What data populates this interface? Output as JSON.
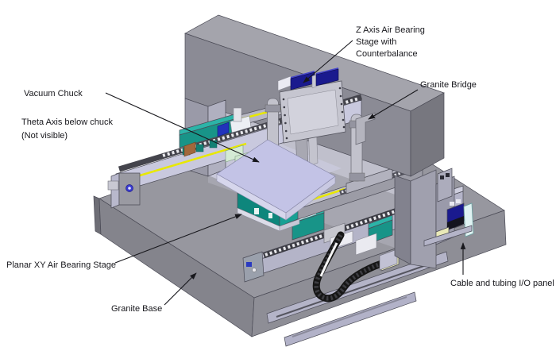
{
  "labels": {
    "z_axis": {
      "lines": [
        "Z Axis Air Bearing",
        "Stage with",
        "Counterbalance"
      ]
    },
    "granite_bridge": {
      "text": "Granite Bridge"
    },
    "vacuum_chuck": {
      "text": "Vacuum Chuck"
    },
    "theta_axis": {
      "lines": [
        "Theta Axis below chuck",
        "(Not visible)"
      ]
    },
    "planar_xy": {
      "text": "Planar XY Air Bearing Stage"
    },
    "granite_base": {
      "text": "Granite Base"
    },
    "cable_io": {
      "text": "Cable and tubing I/O panel"
    }
  },
  "colors": {
    "background": "#ffffff",
    "text": "#17171c",
    "granite_top": "#97979f",
    "granite_front": "#84848c",
    "granite_side": "#8e8e96",
    "bridge_top": "#a4a4ac",
    "bridge_front": "#8b8b95",
    "bridge_end": "#77777f",
    "pillar_front": "#a0a0ae",
    "lavender": "#b4b4c8",
    "lavender_light": "#c9c9de",
    "chuck_top": "#c3c3e6",
    "chuck_edge": "#d6d6ec",
    "teal": "#189488",
    "teal_dark": "#0e867c",
    "encoder_yellow": "#e8e800",
    "navy": "#1a1a8e",
    "chain_black": "#161616",
    "io_panel_cyan": "#dff2f2",
    "pad_yellow": "#e9e9b8"
  }
}
